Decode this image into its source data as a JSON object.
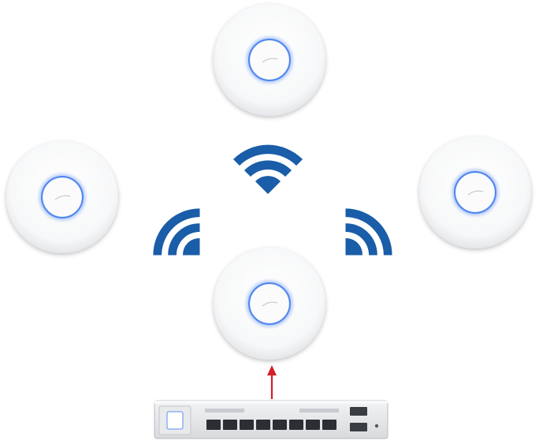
{
  "diagram": {
    "nodes": [
      {
        "id": "ap-top",
        "type": "wireless-access-point",
        "icon": "ceiling-access-point",
        "led_color": "#5b8ef0"
      },
      {
        "id": "ap-left",
        "type": "wireless-access-point",
        "icon": "ceiling-access-point",
        "led_color": "#5b8ef0"
      },
      {
        "id": "ap-right",
        "type": "wireless-access-point",
        "icon": "ceiling-access-point",
        "led_color": "#5b8ef0"
      },
      {
        "id": "ap-center",
        "type": "wireless-access-point",
        "icon": "ceiling-access-point",
        "led_color": "#5b8ef0"
      },
      {
        "id": "switch",
        "type": "network-switch",
        "icon": "poe-switch",
        "ethernet_ports": 8,
        "sfp_ports": 2
      }
    ],
    "links": [
      {
        "from": "switch",
        "to": "ap-center",
        "kind": "wired",
        "style": "red-arrow",
        "color": "#d42027"
      },
      {
        "from": "ap-center",
        "to": "ap-top",
        "kind": "wireless",
        "icon": "wifi-icon",
        "color": "#1a5da8"
      },
      {
        "from": "ap-center",
        "to": "ap-left",
        "kind": "wireless",
        "icon": "wifi-icon",
        "color": "#1a5da8"
      },
      {
        "from": "ap-center",
        "to": "ap-right",
        "kind": "wireless",
        "icon": "wifi-icon",
        "color": "#1a5da8"
      }
    ],
    "colors": {
      "wifi": "#1a5da8",
      "uplink_arrow": "#d42027",
      "ap_body": "#ffffff",
      "ap_shadow": "#d9dadd",
      "switch_body": "#e6e7e9",
      "port": "#2b2e33"
    }
  }
}
